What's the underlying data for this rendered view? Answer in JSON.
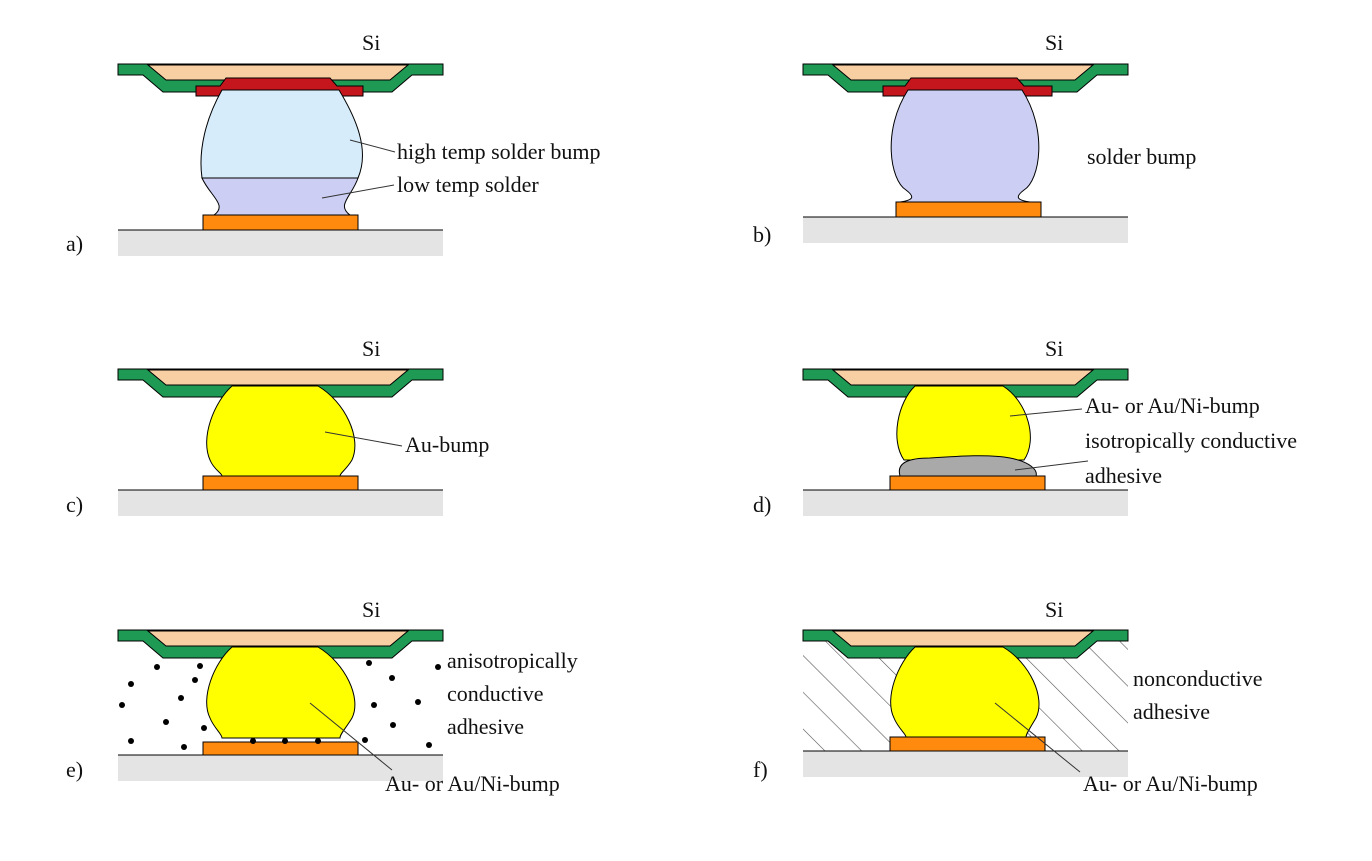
{
  "colors": {
    "passivation": "#1e9a55",
    "metal_pad": "#f7cfa2",
    "ubm": "#c5161e",
    "high_temp_solder": "#d6ecfa",
    "low_temp_solder": "#cccff3",
    "solder": "#cccff3",
    "gold_bump": "#ffff00",
    "substrate_pad": "#ff8a0e",
    "substrate": "#e4e4e4",
    "conductive_adhesive": "#a9a9a9"
  },
  "panels": [
    {
      "id": "a",
      "letter": "a)",
      "chip": "Si",
      "labels": [
        "high temp solder bump",
        "low temp solder"
      ]
    },
    {
      "id": "b",
      "letter": "b)",
      "chip": "Si",
      "labels": [
        "solder bump"
      ]
    },
    {
      "id": "c",
      "letter": "c)",
      "chip": "Si",
      "labels": [
        "Au-bump"
      ]
    },
    {
      "id": "d",
      "letter": "d)",
      "chip": "Si",
      "labels": [
        "Au- or Au/Ni-bump",
        "isotropically conductive",
        "adhesive"
      ]
    },
    {
      "id": "e",
      "letter": "e)",
      "chip": "Si",
      "labels": [
        "anisotropically",
        "conductive",
        "adhesive",
        "Au- or Au/Ni-bump"
      ]
    },
    {
      "id": "f",
      "letter": "f)",
      "chip": "Si",
      "labels": [
        "nonconductive",
        "adhesive",
        "Au- or Au/Ni-bump"
      ]
    }
  ]
}
